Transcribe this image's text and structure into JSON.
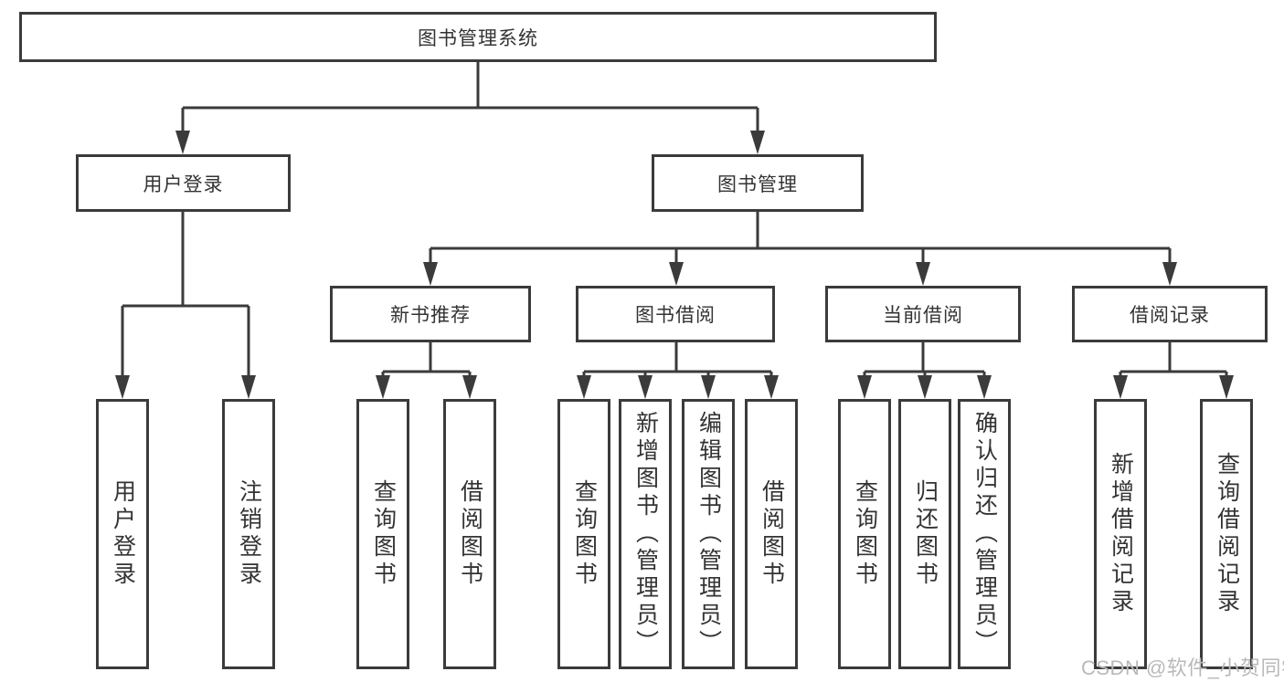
{
  "diagram": {
    "title": "图书管理系统",
    "nodes": {
      "root": {
        "label": "图书管理系统"
      },
      "user_login": {
        "label": "用户登录"
      },
      "book_mgmt": {
        "label": "图书管理"
      },
      "new_book_rec": {
        "label": "新书推荐"
      },
      "book_borrow": {
        "label": "图书借阅"
      },
      "current_borrow": {
        "label": "当前借阅"
      },
      "borrow_records": {
        "label": "借阅记录"
      },
      "login": {
        "label": "用户登录"
      },
      "logout": {
        "label": "注销登录"
      },
      "rec_query_books": {
        "label": "查询图书"
      },
      "rec_borrow_books": {
        "label": "借阅图书"
      },
      "bb_query_books": {
        "label": "查询图书"
      },
      "bb_add_books": {
        "label": "新增图书（管理员）"
      },
      "bb_edit_books": {
        "label": "编辑图书（管理员）"
      },
      "bb_borrow_books": {
        "label": "借阅图书"
      },
      "cb_query_books": {
        "label": "查询图书"
      },
      "cb_return_books": {
        "label": "归还图书"
      },
      "cb_confirm_return": {
        "label": "确认归还（管理员）"
      },
      "br_add_record": {
        "label": "新增借阅记录"
      },
      "br_query_record": {
        "label": "查询借阅记录"
      }
    }
  },
  "watermark": {
    "text": "CSDN @软件_小贺同学"
  },
  "colors": {
    "line": "#3b3b3b",
    "text": "#333333",
    "box_fill": "#ffffff",
    "watermark_text": "#b9b9b9",
    "background": "#ffffff"
  }
}
